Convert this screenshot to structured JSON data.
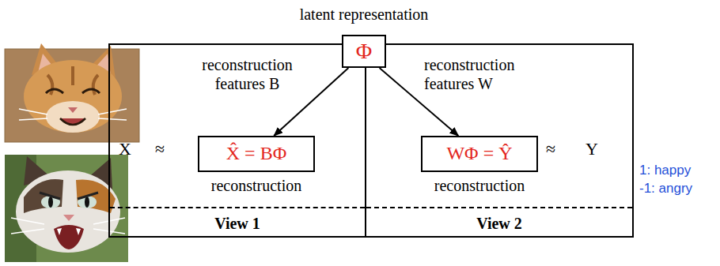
{
  "diagram": {
    "nodes": [
      {
        "text": [
          "latent representation",
          "Φ"
        ]
      },
      {
        "text": [
          "View 1"
        ]
      },
      {
        "text": [
          "X̂ = BΦ",
          "reconstruction"
        ],
        "in": 1
      },
      {
        "text": [
          "View 2"
        ]
      },
      {
        "text": [
          "WΦ = Ŷ",
          "reconstruction"
        ],
        "in": 3
      }
    ],
    "edges": [
      {
        "from": 0,
        "to": 2,
        "arrow": "to",
        "label": "reconstruction features B"
      },
      {
        "from": 0,
        "to": 4,
        "arrow": "to",
        "label": "reconstruction features W"
      }
    ],
    "labels": [
      "X",
      "≈",
      "≈",
      "Y",
      "1: happy",
      "-1: angry"
    ]
  }
}
